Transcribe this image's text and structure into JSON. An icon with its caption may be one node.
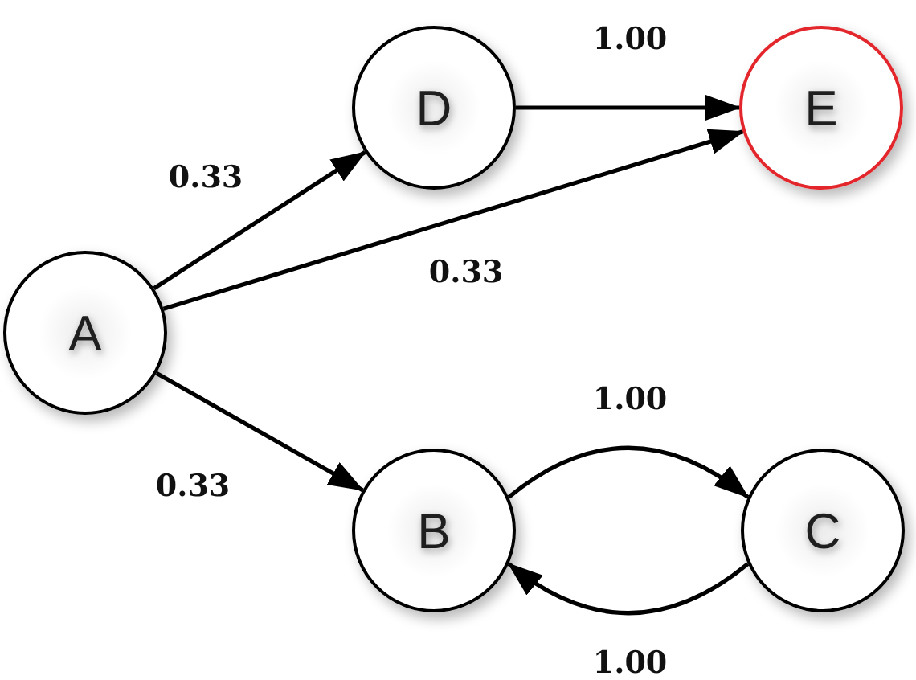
{
  "diagram": {
    "nodes": [
      {
        "text": [
          "D"
        ]
      },
      {
        "text": [
          "E"
        ]
      },
      {
        "text": [
          "A"
        ]
      },
      {
        "text": [
          "B"
        ]
      },
      {
        "text": [
          "C"
        ]
      }
    ],
    "edges": [
      {
        "from": 2,
        "to": 0,
        "arrow": "to",
        "label": "0.33"
      },
      {
        "from": 0,
        "to": 1,
        "arrow": "to",
        "label": "1.00"
      },
      {
        "from": 2,
        "to": 1,
        "arrow": "to",
        "label": "0.33"
      },
      {
        "from": 2,
        "to": 3,
        "arrow": "to",
        "label": "0.33"
      },
      {
        "from": 3,
        "to": 4,
        "arrow": "to",
        "label": "1.00"
      },
      {
        "from": 4,
        "to": 3,
        "arrow": "to",
        "label": "1.00"
      }
    ]
  }
}
